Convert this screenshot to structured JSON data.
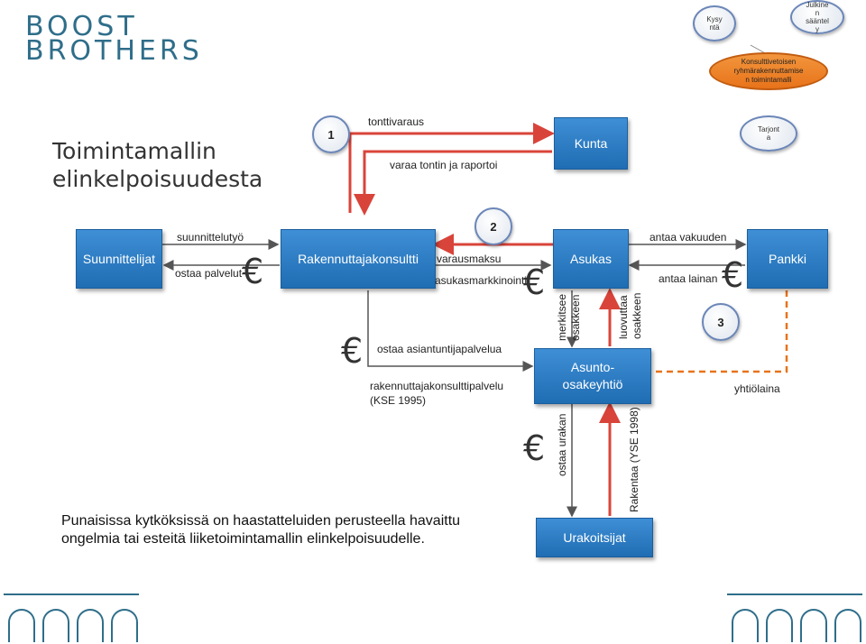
{
  "logo": {
    "line1": "BOOST",
    "line2": "BROTHERS"
  },
  "title": {
    "line1": "Toimintamallin",
    "line2": "elinkelpoisuudesta"
  },
  "top_right": {
    "kysy": "Kysy\nntä",
    "julkinen": "Julkine\nn\nsääntel\ny",
    "konsultti": "Konsulttivetoisen\nryhmärakennuttamise\nn toimintamalli",
    "tarjonta": "Tarjont\na"
  },
  "numbers": {
    "n1": "1",
    "n2": "2",
    "n3": "3"
  },
  "boxes": {
    "kunta": "Kunta",
    "suunnittelijat": "Suunnittelijat",
    "rakennuttajakonsultti": "Rakennuttajakonsultti",
    "asukas": "Asukas",
    "pankki": "Pankki",
    "asunto": "Asunto-\nosakeyhtiö",
    "urakoitsijat": "Urakoitsijat"
  },
  "labels": {
    "tonttivaraus": "tonttivaraus",
    "varaa": "varaa tontin ja raportoi",
    "suunnittelutyo": "suunnittelutyö",
    "ostaa_palvelut": "ostaa palvelut",
    "varausmaksu": "varausmaksu",
    "asukasmarkkinointi": "asukasmarkkinointi",
    "antaa_vakuuden": "antaa vakuuden",
    "antaa_lainan": "antaa lainan",
    "ostaa_asiantuntija": "ostaa asiantuntijapalvelua",
    "rakennuttaja_palvelu": "rakennuttajakonsulttipalvelu\n(KSE 1995)",
    "merkitsee": "merkitsee\nosakkeen",
    "luovuttaa": "luovuttaa\nosakkeen",
    "ostaa_urakan": "ostaa urakan",
    "rakentaa": "Rakentaa (YSE 1998)",
    "yhtiolaina": "yhtiölaina"
  },
  "euro_symbol": "€",
  "footer_text": "Punaisissa kytköksissä on haastatteluiden perusteella havaittu\nongelmia tai esteitä liiketoimintamallin elinkelpoisuudelle.",
  "colors": {
    "box_blue": "#2b7cc4",
    "red_arrow": "#d9443a",
    "orange": "#e8731a",
    "logo_blue": "#2f6e8a"
  }
}
